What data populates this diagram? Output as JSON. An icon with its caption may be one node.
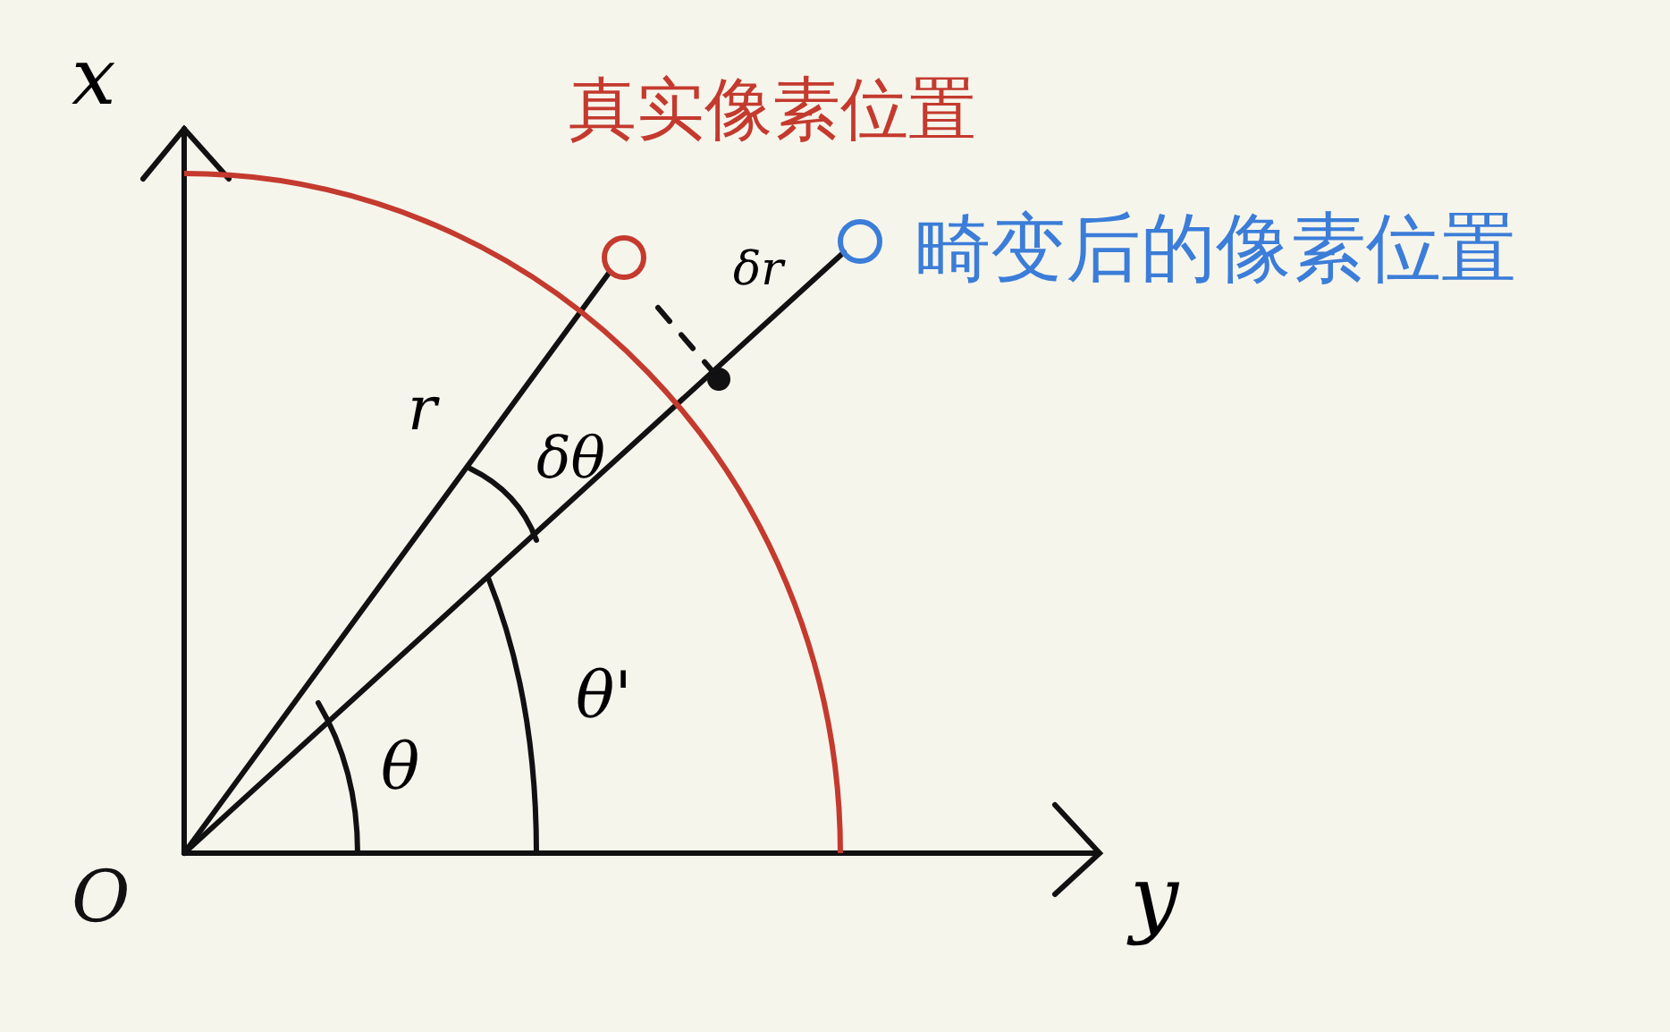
{
  "diagram": {
    "nodes": [
      {
        "text": [],
        "shape": "circle",
        "beside": [
          "真实像素位置"
        ]
      },
      {
        "text": [],
        "shape": "circle",
        "beside": [
          "畸变后的像素位置"
        ]
      },
      {
        "text": [
          "O"
        ]
      }
    ],
    "edges": [
      {
        "from": 2,
        "to": 0,
        "arrow": "none"
      },
      {
        "from": 2,
        "to": 1,
        "arrow": "none"
      }
    ],
    "labels": [
      "x",
      "y",
      "r",
      "δθ",
      "θ",
      "θ'",
      "δr"
    ]
  }
}
